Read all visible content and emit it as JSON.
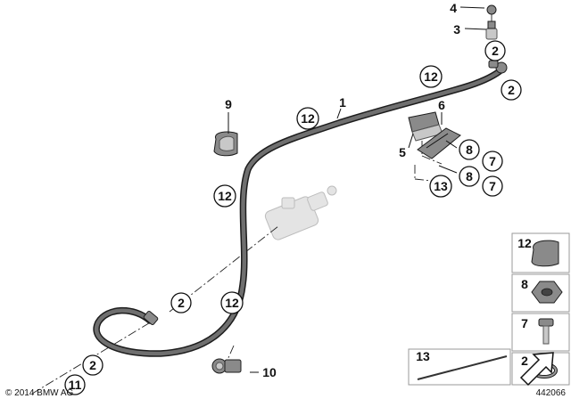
{
  "diagram": {
    "copyright": "© 2014 BMW AG",
    "image_number": "442066",
    "labels": {
      "n1": "1",
      "n3": "3",
      "n4": "4",
      "n5": "5",
      "n6": "6",
      "n9": "9",
      "n10": "10",
      "n13": "13",
      "c2a": "2",
      "c2b": "2",
      "c2c": "2",
      "c2d": "2",
      "c12a": "12",
      "c12b": "12",
      "c12c": "12",
      "c12d": "12",
      "c8a": "8",
      "c8b": "8",
      "c7a": "7",
      "c7b": "7",
      "c13": "13",
      "c11": "11"
    },
    "legend": [
      {
        "label": "12",
        "icon": "clip-icon"
      },
      {
        "label": "8",
        "icon": "hex-nut-icon"
      },
      {
        "label": "7",
        "icon": "bolt-icon"
      },
      {
        "label": "2",
        "icon": "seal-ring-icon"
      },
      {
        "label": "13",
        "icon": "cable-tie-icon"
      }
    ]
  }
}
